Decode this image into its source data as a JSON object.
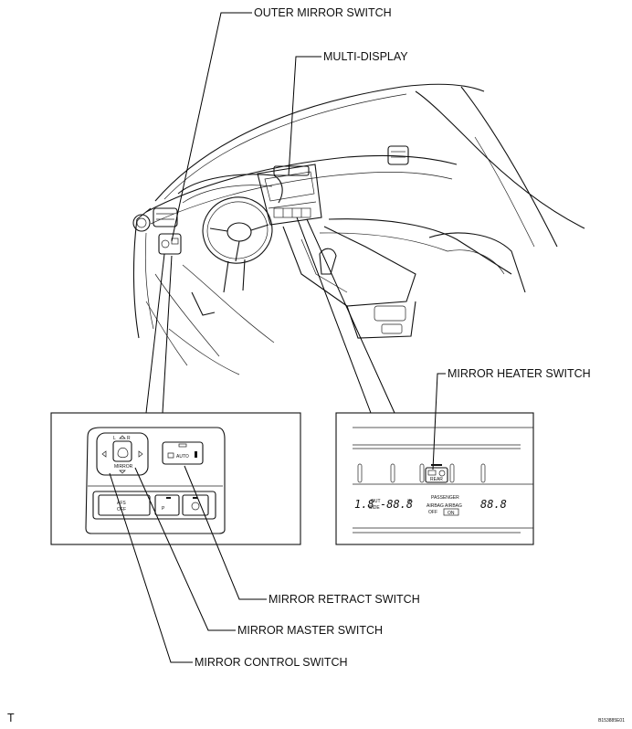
{
  "labels": {
    "outer_mirror_switch": "OUTER MIRROR SWITCH",
    "multi_display": "MULTI-DISPLAY",
    "mirror_heater_switch": "MIRROR HEATER SWITCH",
    "mirror_retract_switch": "MIRROR RETRACT SWITCH",
    "mirror_master_switch": "MIRROR MASTER SWITCH",
    "mirror_control_switch": "MIRROR CONTROL SWITCH"
  },
  "switch_panel": {
    "mirror_label": "MIRROR",
    "left_letter": "L",
    "right_letter": "R",
    "auto_label": "AUTO",
    "afs_label_1": "AFS",
    "afs_label_2": "OFF",
    "park_label": "P"
  },
  "display_panel": {
    "rear_label": "REAR",
    "passenger_label": "PASSENGER",
    "airbag_label": "AIRBAG",
    "off_label": "OFF",
    "airbag2_label": "AIRBAG",
    "on_label": "ON",
    "left_digits": "1.8",
    "out_label": "OUT",
    "side_label": "SIDE",
    "temp_digits": "-88.8",
    "temp_unit": "°F",
    "right_digits": "88.8"
  },
  "footer": {
    "corner_mark": "T",
    "figure_code": "B153885E01"
  }
}
